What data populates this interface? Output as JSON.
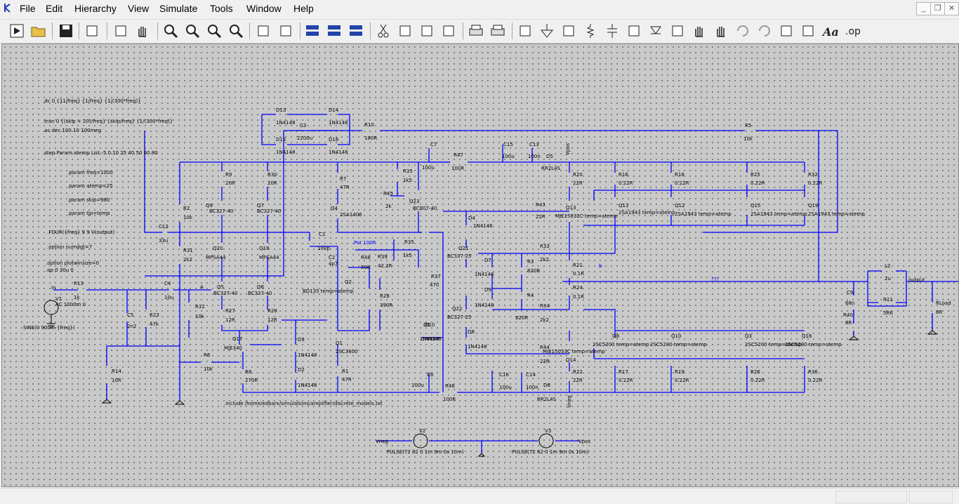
{
  "menu": [
    "File",
    "Edit",
    "Hierarchy",
    "View",
    "Simulate",
    "Tools",
    "Window",
    "Help"
  ],
  "window_controls": {
    "minimize": "_",
    "restore": "❐",
    "close": "✕"
  },
  "toolbar_icons": [
    "run-icon",
    "open-folder-icon",
    "save-icon",
    "control-panel-icon",
    "run-man-icon",
    "halt-hand-icon",
    "zoom-in-icon",
    "zoom-pan-icon",
    "zoom-out-icon",
    "zoom-cancel-icon",
    "plot-settings-icon",
    "autorange-icon",
    "tile-horizontal-icon",
    "cascade-icon",
    "tile-vertical-icon",
    "cut-icon",
    "copy-icon",
    "paste-icon",
    "find-icon",
    "print-icon",
    "print-setup-icon",
    "draw-wire-icon",
    "ground-icon",
    "net-label-icon",
    "resistor-icon",
    "capacitor-icon",
    "inductor-icon",
    "diode-icon",
    "component-icon",
    "move-hand-icon",
    "drag-hand-icon",
    "undo-icon",
    "redo-icon",
    "rotate-icon",
    "mirror-icon",
    "text-icon",
    "spice-directive-icon"
  ],
  "colors": {
    "wire": "#0000ff",
    "directive": "#000000",
    "grid_bg": "#c9c9c9",
    "grid_dot": "#6b6b6b"
  },
  "directives": [
    ".dc 0 {11/freq} {1/freq} {1/(300*freq)}",
    ".tran 0 {(skip + 20)/freq} {skip/freq} {1/(300*freq)}",
    ".ac dec 100 10 100meg",
    ".step Param atemp List -5 0 10 25 40 50 60 80",
    ".param freq=1000",
    ".param atemp=25",
    ".param skip=980",
    ".param tjp=temp",
    ".FOUR({freq} 9 9 V(output)",
    ".option numdgt=7",
    ".option plotwinsize=0",
    ".op 0 30u 0",
    ".include /home/edbarx/simulations/amplifier/discrete_models.txt"
  ],
  "source_labels": {
    "v1_name": "V1",
    "v1_ac": "AC 1000m 0",
    "v1_sine": "SINE(0 900m {freq})",
    "in_label": "in",
    "v2_name": "V2",
    "v2_value": "PULSE(72 62 0 1m 9m 0s 10m)",
    "v3_name": "V3",
    "v3_value": "PULSE(72 62 0 1m 9m 0s 10m)",
    "vneg": "Vneg",
    "vpos": "Vpos",
    "output": "output"
  },
  "components": [
    {
      "n": "R13",
      "v": "1k"
    },
    {
      "n": "C4",
      "v": "10u"
    },
    {
      "n": "C5",
      "v": "2n2"
    },
    {
      "n": "R23",
      "v": "47k"
    },
    {
      "n": "R14",
      "v": "10R"
    },
    {
      "n": "R12",
      "v": "10k"
    },
    {
      "n": "R31",
      "v": "2k2"
    },
    {
      "n": "R2",
      "v": "10k"
    },
    {
      "n": "C12",
      "v": "33u"
    },
    {
      "n": "R9",
      "v": "20R"
    },
    {
      "n": "R30",
      "v": "20R"
    },
    {
      "n": "Q9",
      "v": "BC327-40"
    },
    {
      "n": "Q7",
      "v": "BC327-40"
    },
    {
      "n": "Q20",
      "v": "MPSA44"
    },
    {
      "n": "Q18",
      "v": "MPSA44"
    },
    {
      "n": "Q5",
      "v": "BC337-40"
    },
    {
      "n": "Q6",
      "v": "BC337-40"
    },
    {
      "n": "R27",
      "v": "12R"
    },
    {
      "n": "R29",
      "v": "12R"
    },
    {
      "n": "Q17",
      "v": "MJE340"
    },
    {
      "n": "R6",
      "v": "10k"
    },
    {
      "n": "R8",
      "v": "270R"
    },
    {
      "n": "D13",
      "v": "1N4148"
    },
    {
      "n": "D14",
      "v": "1N4148"
    },
    {
      "n": "C3",
      "v": "2200u"
    },
    {
      "n": "D15",
      "v": "1N4148"
    },
    {
      "n": "D16",
      "v": "1N4148"
    },
    {
      "n": "R10",
      "v": "180R"
    },
    {
      "n": "D3",
      "v": "1N4148"
    },
    {
      "n": "D2",
      "v": "1N4148"
    },
    {
      "n": "R7",
      "v": "47R"
    },
    {
      "n": "Q4",
      "v": "2SA1406"
    },
    {
      "n": "R45",
      "v": "2k"
    },
    {
      "n": "R15",
      "v": "1k5"
    },
    {
      "n": "Q23",
      "v": "BC807-40"
    },
    {
      "n": "C1",
      "v": "100p"
    },
    {
      "n": "C2",
      "v": "4p7"
    },
    {
      "n": "Q2",
      "v": "BD135 temp=atemp"
    },
    {
      "n": "R48",
      "v": "50R"
    },
    {
      "n": "R39",
      "v": "42.2R"
    },
    {
      "n": "R35",
      "v": "1k5"
    },
    {
      "n": "R28",
      "v": "390R"
    },
    {
      "n": "Q1",
      "v": "2SC3600"
    },
    {
      "n": "R1",
      "v": "47R"
    },
    {
      "n": "C7",
      "v": "100u"
    },
    {
      "n": "R47",
      "v": "100R"
    },
    {
      "n": "C15",
      "v": "100u"
    },
    {
      "n": "C13",
      "v": "100n"
    },
    {
      "n": "D5",
      "v": "RR2L4S"
    },
    {
      "n": "C8",
      "v": "100u"
    },
    {
      "n": "R46",
      "v": "100R"
    },
    {
      "n": "C16",
      "v": "100u"
    },
    {
      "n": "C14",
      "v": "100n"
    },
    {
      "n": "D6",
      "v": "RR2L4S"
    },
    {
      "n": "D1",
      "v": "1N4148"
    },
    {
      "n": "D10",
      "v": "1N4148"
    },
    {
      "n": "R37",
      "v": "470"
    },
    {
      "n": "D4",
      "v": "1N4148"
    },
    {
      "n": "Q21",
      "v": "BC337-25"
    },
    {
      "n": "Q22",
      "v": "BC327-25"
    },
    {
      "n": "D7",
      "v": "1N4148"
    },
    {
      "n": "D9",
      "v": "1N4148"
    },
    {
      "n": "D8",
      "v": "1N4148"
    },
    {
      "n": "R3",
      "v": "820R"
    },
    {
      "n": "R4",
      "v": "820R"
    },
    {
      "n": "R33",
      "v": "2k2"
    },
    {
      "n": "R34",
      "v": "2k2"
    },
    {
      "n": "R43",
      "v": "22R"
    },
    {
      "n": "Q13",
      "v": "MJE15032C temp=atemp"
    },
    {
      "n": "R44",
      "v": "22R"
    },
    {
      "n": "Q14",
      "v": "MJE15033C temp=atemp"
    },
    {
      "n": "R20",
      "v": "22R"
    },
    {
      "n": "R22",
      "v": "22R"
    },
    {
      "n": "R21",
      "v": "0.1R"
    },
    {
      "n": "R24",
      "v": "0.1R"
    },
    {
      "n": "R16",
      "v": "0.22R"
    },
    {
      "n": "R18",
      "v": "0.22R"
    },
    {
      "n": "R25",
      "v": "0.22R"
    },
    {
      "n": "R32",
      "v": "0.22R"
    },
    {
      "n": "Q11",
      "v": "2SA1943 temp=atemp"
    },
    {
      "n": "Q12",
      "v": "2SA1943 temp=atemp"
    },
    {
      "n": "Q15",
      "v": "2SA1943 temp=atemp"
    },
    {
      "n": "Q19",
      "v": "2SA1943 temp=atemp"
    },
    {
      "n": "Q8",
      "v": "2SC5200 temp=atemp"
    },
    {
      "n": "Q10",
      "v": "2SC5200 temp=atemp"
    },
    {
      "n": "Q3",
      "v": "2SC5200 temp=atemp"
    },
    {
      "n": "Q16",
      "v": "2SC5200 temp=atemp"
    },
    {
      "n": "R17",
      "v": "0.22R"
    },
    {
      "n": "R19",
      "v": "0.22R"
    },
    {
      "n": "R26",
      "v": "0.22R"
    },
    {
      "n": "R36",
      "v": "0.22R"
    },
    {
      "n": "R5",
      "v": "10k"
    },
    {
      "n": "C9",
      "v": "68n"
    },
    {
      "n": "R40",
      "v": "6R"
    },
    {
      "n": "L2",
      "v": "2u"
    },
    {
      "n": "R11",
      "v": "5R6"
    },
    {
      "n": "RLoad",
      "v": "8R"
    }
  ],
  "misc_labels": {
    "pot": "Pot 100R",
    "a_node": "A",
    "vpos_net": "Vpos",
    "vneg_net": "Vneg",
    "q_b": "b",
    "q_mark": "???"
  }
}
